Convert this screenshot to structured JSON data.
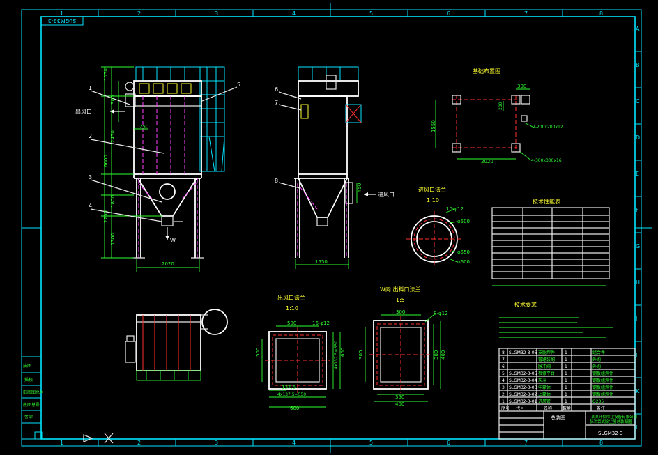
{
  "drawing": {
    "number": "SLGM32-3",
    "number_rotated": "SLGM32-3"
  },
  "border": {
    "columns": [
      "1",
      "2",
      "3",
      "4",
      "5",
      "6",
      "7",
      "8"
    ],
    "rows": [
      "A",
      "B",
      "C",
      "D",
      "E",
      "F",
      "G",
      "H",
      "I",
      "J",
      "K",
      "L"
    ]
  },
  "callouts": [
    "1",
    "2",
    "3",
    "4",
    "5",
    "6",
    "7",
    "8"
  ],
  "labels": {
    "outlet": "出风口",
    "inlet": "进风口",
    "w_mark": "W",
    "foundation_title": "基础布置图",
    "inlet_flange_title": "进风口法兰",
    "inlet_flange_scale": "1:10",
    "outlet_flange_title": "出风口法兰",
    "outlet_flange_scale": "1:10",
    "w_flange_title": "W向 出料口法兰",
    "w_flange_scale": "1:5",
    "tech_table_title": "技术性能表",
    "tech_req_title": "技术要求"
  },
  "dims": {
    "front": [
      "1050",
      "300",
      "250",
      "2450",
      "6600",
      "1800",
      "2700",
      "1300",
      "2020"
    ],
    "side": [
      "450",
      "1550"
    ],
    "foundation": [
      "300",
      "1550",
      "2020",
      "2-200x200x12",
      "4-300x300x16",
      "200"
    ],
    "inlet_flange": [
      "10-φ12",
      "φ500",
      "φ550",
      "φ600"
    ],
    "outlet_flange": [
      "500",
      "16-φ12",
      "500",
      "4x137.5=550",
      "600",
      "137.5",
      "4x137.5=550",
      "600"
    ],
    "w_flange": [
      "300",
      "8-φ12",
      "300",
      "380",
      "400",
      "350",
      "400"
    ]
  },
  "title_block": {
    "company_name": "某某环保除尘设备有限公司",
    "drawing_name": "脉冲袋式除尘器总装配图",
    "drawing_no": "SLGM32-3",
    "stage": "总装图",
    "bom_rows": [
      [
        "8",
        "SLGM32-3-06",
        "支腿焊件",
        "1",
        "组合件"
      ],
      [
        "7",
        "",
        "管路装配",
        "1",
        "外购"
      ],
      [
        "6",
        "",
        "脉冲阀",
        "1",
        "外购"
      ],
      [
        "5",
        "SLGM32-3-05",
        "检修平台",
        "1",
        "钢板组焊件"
      ],
      [
        "4",
        "SLGM32-3-04",
        "灰斗",
        "1",
        "钢板组焊件"
      ],
      [
        "3",
        "SLGM32-3-03",
        "中箱体",
        "1",
        "钢板组焊件"
      ],
      [
        "2",
        "SLGM32-3-02",
        "上箱体",
        "1",
        "钢板组焊件"
      ],
      [
        "1",
        "SLGM32-3-01",
        "进风管",
        "1",
        "Q235"
      ]
    ],
    "bom_header": [
      "序号",
      "代号",
      "名称",
      "数量",
      "备注"
    ]
  },
  "left_strip": [
    "描图",
    "描校",
    "旧底图总号",
    "底图总号",
    "签字"
  ]
}
